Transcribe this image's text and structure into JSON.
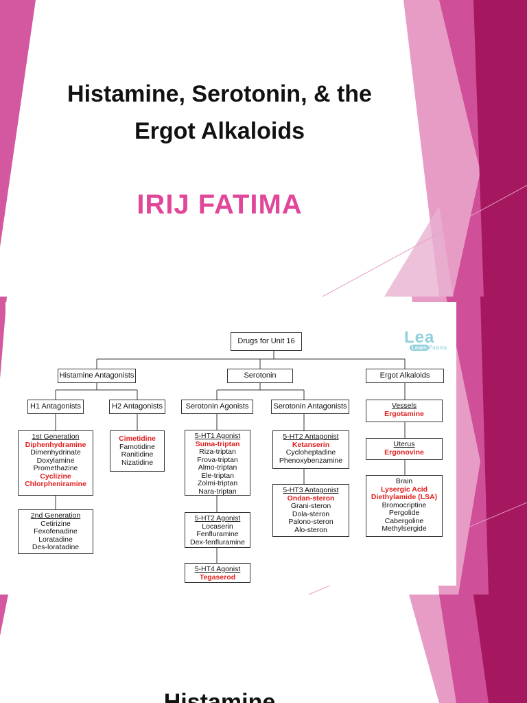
{
  "slide1": {
    "title_line1": "Histamine, Serotonin, & the",
    "title_line2": "Ergot Alkaloids",
    "author": "IRIJ FATIMA"
  },
  "slide2": {
    "logo_text": "Lea",
    "logo_sub_pill": "Learn",
    "logo_sub_rest": "Pakista",
    "root": "Drugs for Unit 16",
    "histamine": "Histamine Antagonists",
    "serotonin": "Serotonin",
    "ergot": "Ergot Alkaloids",
    "h1": "H1 Antagonists",
    "h2": "H2 Antagonists",
    "sero_agonists": "Serotonin Agonists",
    "sero_antagonists": "Serotonin Antagonists",
    "first_gen": {
      "heading": "1st Generation",
      "items": [
        "Diphenhydramine",
        "Dimenhydrinate",
        "Doxylamine",
        "Promethazine",
        "Cyclizine",
        "Chlorpheniramine"
      ]
    },
    "second_gen": {
      "heading": "2nd Generation",
      "items": [
        "Cetirizine",
        "Fexofenadine",
        "Loratadine",
        "Des-loratadine"
      ]
    },
    "h2_drugs": {
      "items": [
        "Cimetidine",
        "Famotidine",
        "Ranitidine",
        "Nizatidine"
      ]
    },
    "ht1_agonist": {
      "heading": "5-HT1 Agonist",
      "items": [
        "Suma-triptan",
        "Riza-triptan",
        "Frova-triptan",
        "Almo-triptan",
        "Ele-triptan",
        "Zolmi-triptan",
        "Nara-triptan"
      ]
    },
    "ht2_agonist": {
      "heading": "5-HT2 Agonist",
      "items": [
        "Locaserin",
        "Fenfluramine",
        "Dex-fenfluramine"
      ]
    },
    "ht4_agonist": {
      "heading": "5-HT4 Agonist",
      "items": [
        "Tegaserod"
      ]
    },
    "ht2_antagonist": {
      "heading": "5-HT2 Antagonist",
      "items": [
        "Ketanserin",
        "Cycloheptadine",
        "Phenoxybenzamine"
      ]
    },
    "ht3_antagonist": {
      "heading": "5-HT3 Antagonist",
      "items": [
        "Ondan-steron",
        "Grani-steron",
        "Dola-steron",
        "Palono-steron",
        "Alo-steron"
      ]
    },
    "vessels": {
      "heading": "Vessels",
      "items": [
        "Ergotamine"
      ]
    },
    "uterus": {
      "heading": "Uterus",
      "items": [
        "Ergonovine"
      ]
    },
    "brain": {
      "heading": "Brain",
      "items": [
        "Lysergic Acid",
        "Diethylamide (LSA)",
        "Bromocriptine",
        "Pergolide",
        "Cabergoline",
        "Methylsergide"
      ]
    }
  },
  "slide3": {
    "title": "Histamine"
  },
  "colors": {
    "accent_pink": "#e0479a",
    "magenta_dark": "#a5175e",
    "pink_mid": "#cf4f99",
    "pink_light": "#e79cc5",
    "highlight_red": "#e02020",
    "logo_teal": "#8fd0dc"
  }
}
